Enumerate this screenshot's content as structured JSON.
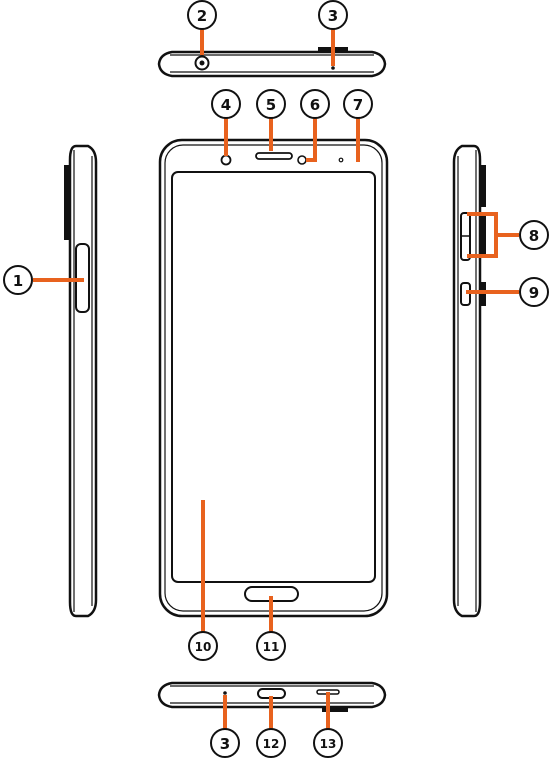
{
  "callouts": [
    {
      "id": 1,
      "label": "①"
    },
    {
      "id": 2,
      "label": "②"
    },
    {
      "id": 3,
      "label": "③"
    },
    {
      "id": 4,
      "label": "④"
    },
    {
      "id": 5,
      "label": "⑤"
    },
    {
      "id": 6,
      "label": "⑥"
    },
    {
      "id": 7,
      "label": "⑦"
    },
    {
      "id": 8,
      "label": "⑧"
    },
    {
      "id": 9,
      "label": "⑨"
    },
    {
      "id": 10,
      "label": "⑩"
    },
    {
      "id": 11,
      "label": "⑪"
    },
    {
      "id": 12,
      "label": "⑫"
    },
    {
      "id": 13,
      "label": "⑬"
    }
  ],
  "colors": {
    "leader": "#e8621e",
    "outline": "#111111",
    "background": "#ffffff"
  }
}
